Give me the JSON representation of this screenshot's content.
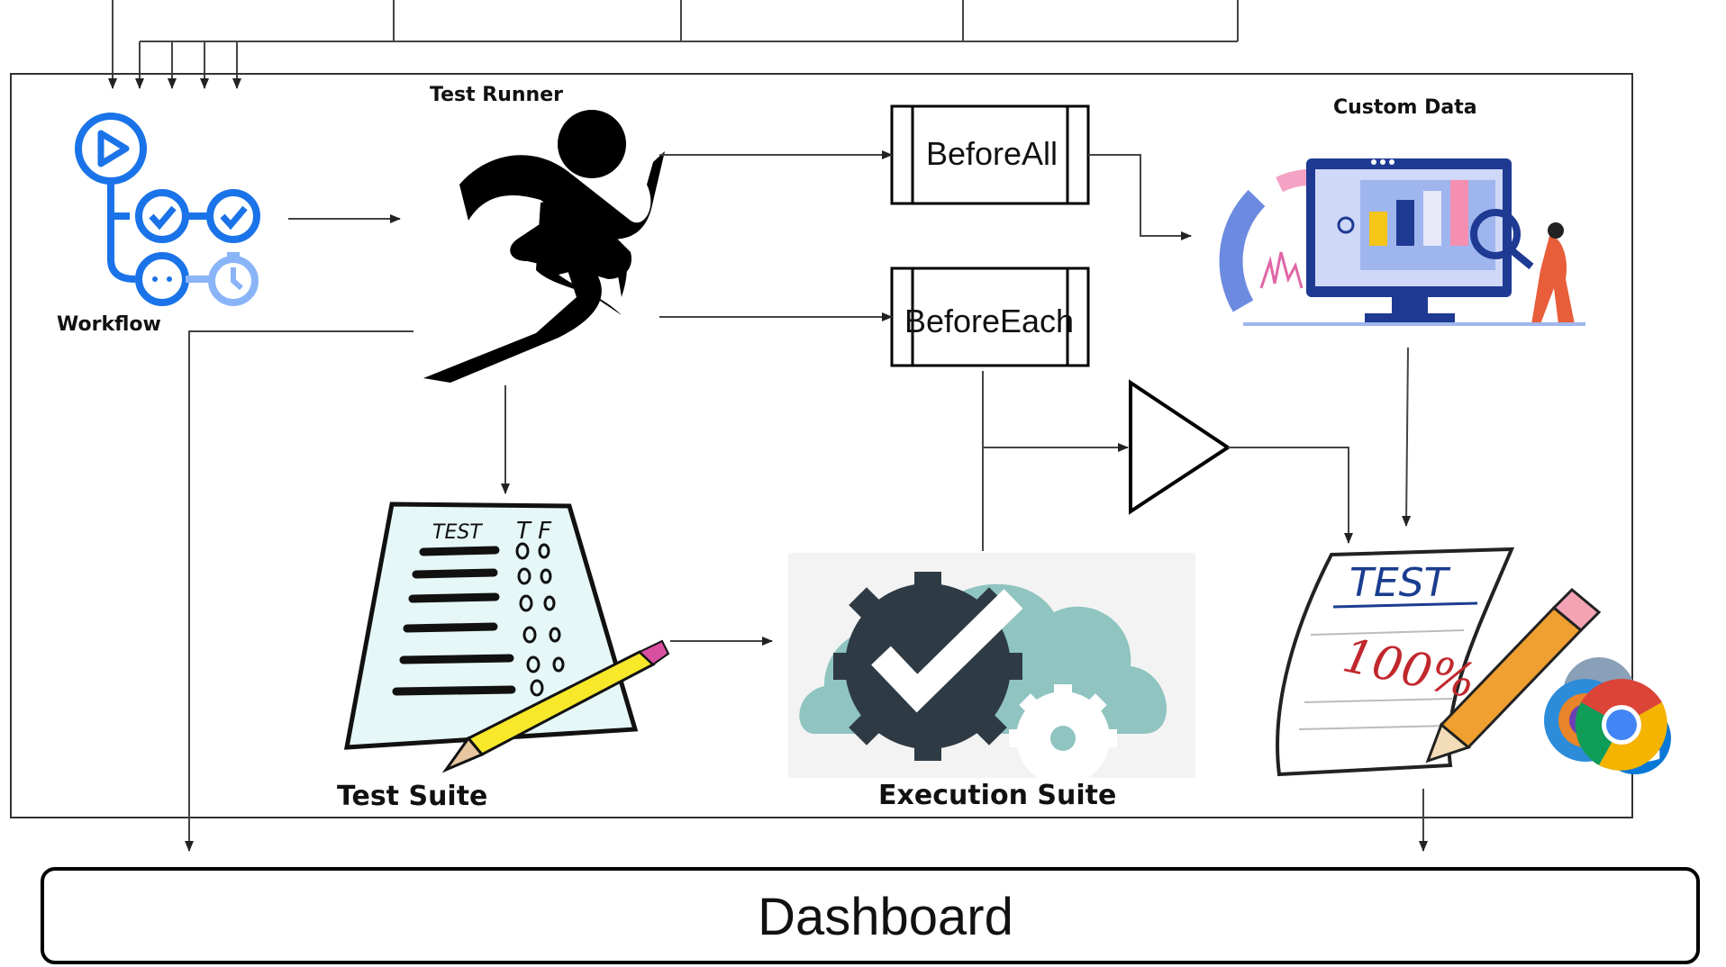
{
  "diagram": {
    "labels": {
      "workflow": "Workflow",
      "test_runner": "Test Runner",
      "custom_data": "Custom Data",
      "test_suite": "Test Suite",
      "execution_suite": "Execution Suite"
    },
    "process_boxes": {
      "before_all": "BeforeAll",
      "before_each": "BeforeEach"
    },
    "dashboard": "Dashboard",
    "icons": {
      "workflow": "workflow-icon",
      "runner": "runner-icon",
      "custom_data": "analytics-illustration",
      "test_suite": "test-sheet-icon",
      "execution_suite": "gear-checkmark-cloud-icon",
      "test_report": "test-100-report-icon",
      "browsers": "browser-logos-icon",
      "gate": "triangle-gate-icon"
    },
    "colors": {
      "workflow_blue": "#1a73e8",
      "execution_teal": "#8fc4c0",
      "gear_dark": "#2f3b44"
    }
  }
}
